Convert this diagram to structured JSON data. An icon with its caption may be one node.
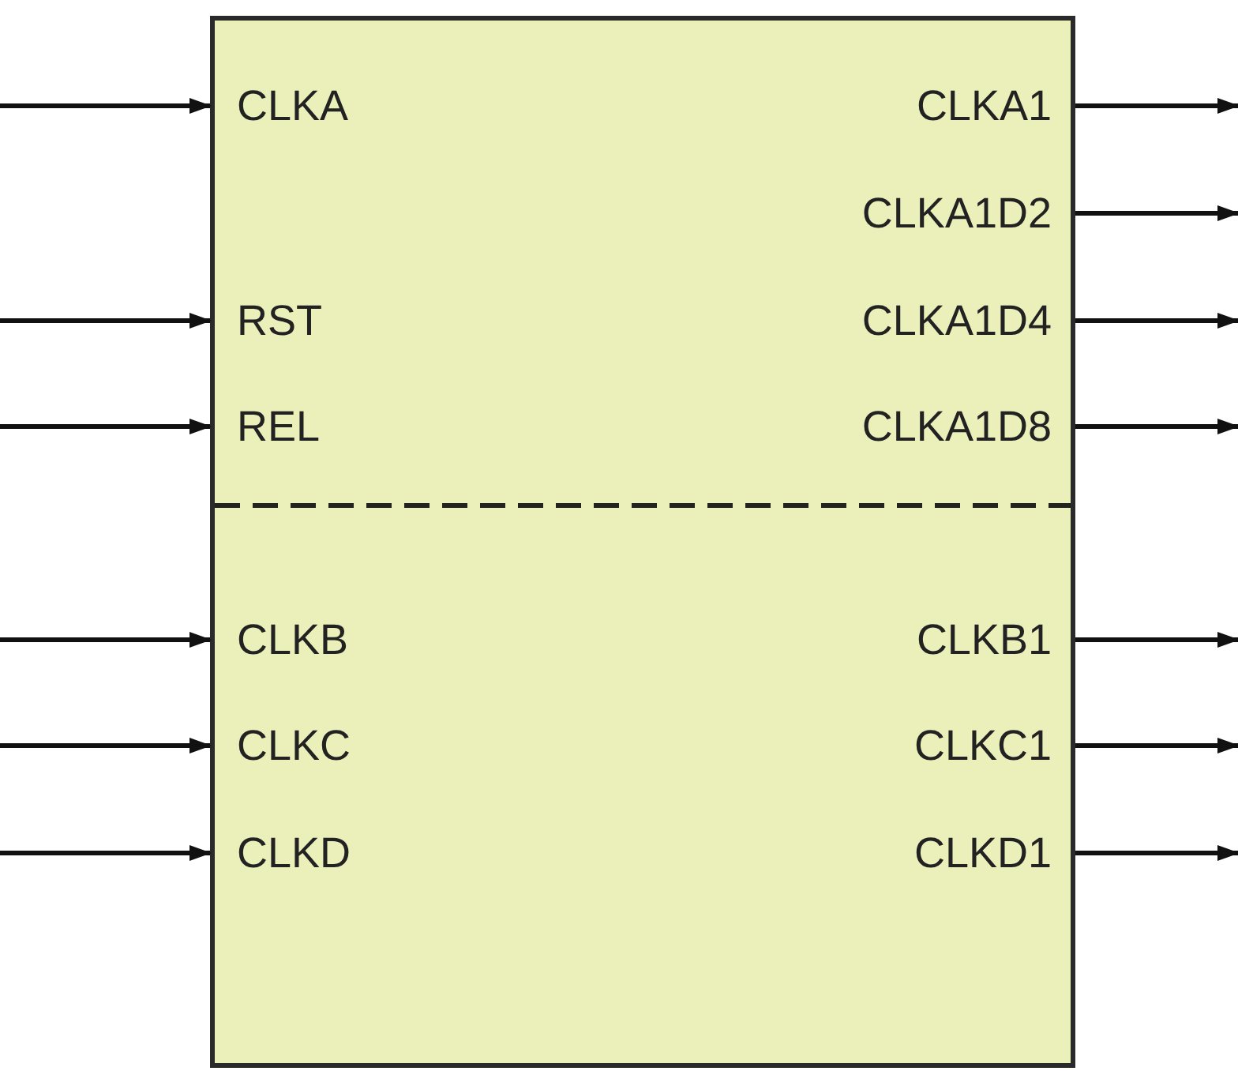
{
  "diagram": {
    "nodes": [
      {
        "text": [],
        "shape": "box"
      },
      {
        "text": [
          "CLKA"
        ],
        "in": 0
      },
      {
        "text": [
          "CLKA1"
        ],
        "in": 0
      },
      {
        "text": [
          "CLKA1D2"
        ],
        "in": 0
      },
      {
        "text": [
          "RST"
        ],
        "in": 0
      },
      {
        "text": [
          "CLKA1D4"
        ],
        "in": 0
      },
      {
        "text": [
          "REL"
        ],
        "in": 0
      },
      {
        "text": [
          "CLKA1D8"
        ],
        "in": 0
      },
      {
        "text": [
          "CLKB"
        ],
        "in": 0
      },
      {
        "text": [
          "CLKB1"
        ],
        "in": 0
      },
      {
        "text": [
          "CLKC"
        ],
        "in": 0
      },
      {
        "text": [
          "CLKC1"
        ],
        "in": 0
      },
      {
        "text": [
          "CLKD"
        ],
        "in": 0
      },
      {
        "text": [
          "CLKD1"
        ],
        "in": 0
      }
    ],
    "edges": [
      {
        "from": null,
        "to": 1,
        "arrow": "to"
      },
      {
        "from": 2,
        "to": null,
        "arrow": "to"
      },
      {
        "from": 3,
        "to": null,
        "arrow": "to"
      },
      {
        "from": null,
        "to": 4,
        "arrow": "to"
      },
      {
        "from": 5,
        "to": null,
        "arrow": "to"
      },
      {
        "from": null,
        "to": 6,
        "arrow": "to"
      },
      {
        "from": 7,
        "to": null,
        "arrow": "to"
      },
      {
        "from": null,
        "to": 8,
        "arrow": "to"
      },
      {
        "from": 9,
        "to": null,
        "arrow": "to"
      },
      {
        "from": null,
        "to": 10,
        "arrow": "to"
      },
      {
        "from": 11,
        "to": null,
        "arrow": "to"
      },
      {
        "from": null,
        "to": 12,
        "arrow": "to"
      },
      {
        "from": 13,
        "to": null,
        "arrow": "to"
      }
    ]
  }
}
